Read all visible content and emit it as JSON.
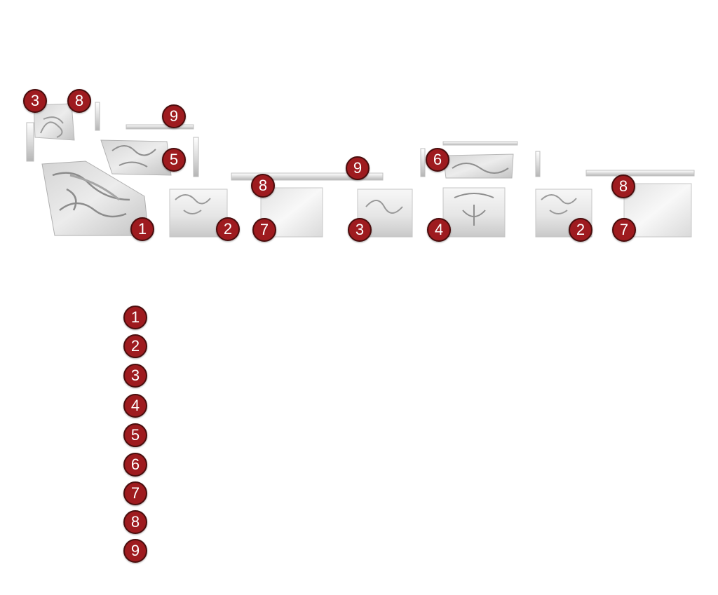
{
  "colors": {
    "badge_fill": "#9e1b1f",
    "badge_border": "#4a0d0d",
    "badge_text": "#ffffff",
    "plaster": "#efefef",
    "plaster_shade": "#cfcfcf",
    "plaster_dark": "#a8a8a8"
  },
  "callouts": [
    {
      "label": "3",
      "piece": "corner-ornament-panel"
    },
    {
      "label": "8",
      "piece": "thin-molding-strip"
    },
    {
      "label": "9",
      "piece": "flat-cornice-strip"
    },
    {
      "label": "5",
      "piece": "ornamented-frieze-panel"
    },
    {
      "label": "1",
      "piece": "large-corner-panel"
    },
    {
      "label": "2",
      "piece": "scroll-ornament-block"
    },
    {
      "label": "8",
      "piece": "cornice-molding"
    },
    {
      "label": "7",
      "piece": "plain-cove-block"
    },
    {
      "label": "9",
      "piece": "cornice-strip"
    },
    {
      "label": "3",
      "piece": "center-ornament-block"
    },
    {
      "label": "6",
      "piece": "garland-frieze-panel"
    },
    {
      "label": "4",
      "piece": "central-cartouche-block"
    },
    {
      "label": "2",
      "piece": "scroll-ornament-block"
    },
    {
      "label": "8",
      "piece": "cornice-molding"
    },
    {
      "label": "7",
      "piece": "plain-cove-block"
    }
  ],
  "legend": [
    {
      "number": "1",
      "text": ""
    },
    {
      "number": "2",
      "text": ""
    },
    {
      "number": "3",
      "text": ""
    },
    {
      "number": "4",
      "text": ""
    },
    {
      "number": "5",
      "text": ""
    },
    {
      "number": "6",
      "text": ""
    },
    {
      "number": "7",
      "text": ""
    },
    {
      "number": "8",
      "text": ""
    },
    {
      "number": "9",
      "text": ""
    }
  ]
}
